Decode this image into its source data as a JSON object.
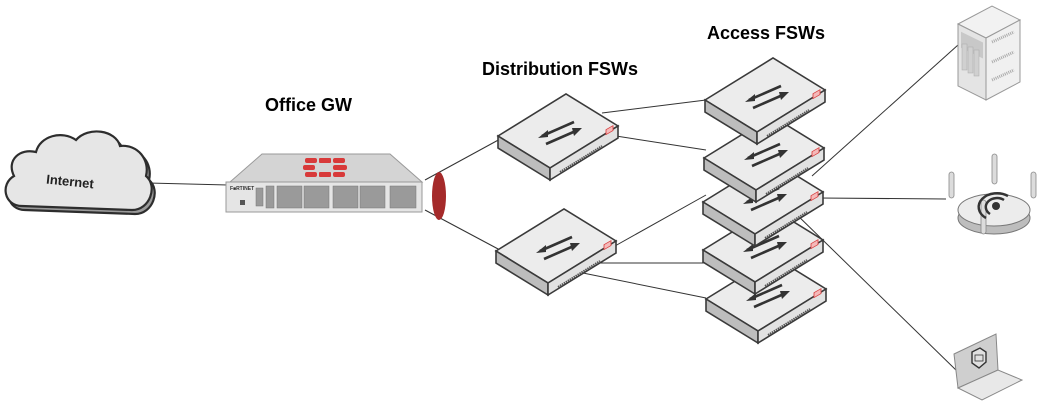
{
  "labels": {
    "office_gw": "Office GW",
    "distribution": "Distribution FSWs",
    "access": "Access FSWs",
    "internet": "Internet",
    "brand": "F■RTINET"
  },
  "colors": {
    "line": "#333333",
    "device_top": "#ececec",
    "device_side": "#bfbfbf",
    "device_edge": "#3a3a3a",
    "fortinet_red": "#d83a3a",
    "lag_oval": "#a52a2a",
    "cloud_fill": "#e6e6e6"
  },
  "nodes": [
    {
      "id": "internet",
      "type": "cloud",
      "label": "Internet"
    },
    {
      "id": "office-gw",
      "type": "firewall",
      "label": "Office GW"
    },
    {
      "id": "dist-1",
      "type": "switch",
      "tier": "distribution"
    },
    {
      "id": "dist-2",
      "type": "switch",
      "tier": "distribution"
    },
    {
      "id": "acc-1",
      "type": "switch",
      "tier": "access"
    },
    {
      "id": "acc-2",
      "type": "switch",
      "tier": "access"
    },
    {
      "id": "acc-3",
      "type": "switch",
      "tier": "access"
    },
    {
      "id": "acc-4",
      "type": "switch",
      "tier": "access"
    },
    {
      "id": "acc-5",
      "type": "switch",
      "tier": "access"
    },
    {
      "id": "server",
      "type": "server"
    },
    {
      "id": "access-point",
      "type": "wireless-ap"
    },
    {
      "id": "laptop",
      "type": "laptop"
    }
  ],
  "links": [
    {
      "from": "internet",
      "to": "office-gw"
    },
    {
      "from": "office-gw",
      "to": "dist-1",
      "lag": true
    },
    {
      "from": "office-gw",
      "to": "dist-2",
      "lag": true
    },
    {
      "from": "dist-1",
      "to": "acc-1"
    },
    {
      "from": "dist-1",
      "to": "acc-2"
    },
    {
      "from": "dist-2",
      "to": "acc-3"
    },
    {
      "from": "dist-2",
      "to": "acc-4"
    },
    {
      "from": "dist-2",
      "to": "acc-5"
    },
    {
      "from": "acc-2",
      "to": "server"
    },
    {
      "from": "acc-3",
      "to": "access-point"
    },
    {
      "from": "acc-3",
      "to": "laptop"
    }
  ]
}
